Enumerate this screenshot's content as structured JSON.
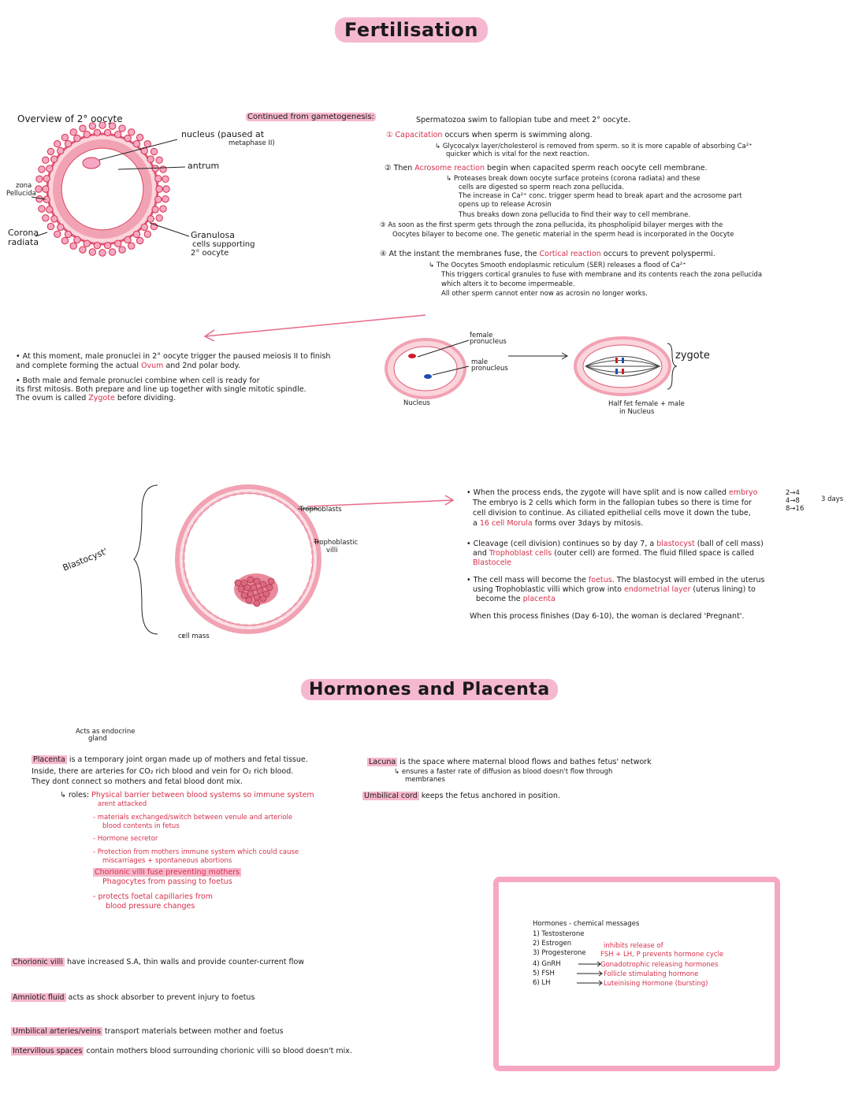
{
  "titles": {
    "main": "Fertilisation",
    "hormones": "Hormones and Placenta"
  },
  "oocyte": {
    "heading": "Overview of 2° oocyte",
    "nucleus": "nucleus (paused at",
    "nucleus2": "metaphase II)",
    "antrum": "antrum",
    "zona1": "zona",
    "zona2": "Pellucida",
    "corona1": "Corona",
    "corona2": "radiata",
    "granulosa1": "Granulosa",
    "granulosa2": "cells supporting",
    "granulosa3": "2° oocyte"
  },
  "steps": {
    "continued": "Continued from gametogenesis:",
    "intro": "Spermatozoa swim to fallopian tube and meet 2° oocyte.",
    "s1a": "① Capacitation",
    "s1b": "occurs when sperm is swimming along.",
    "s1c": "↳ Glycocalyx layer/cholesterol is removed from sperm. so it is more capable of absorbing Ca²⁺",
    "s1d": "quicker which is vital for the next reaction.",
    "s2a": "② Then",
    "s2b": "Acrosome reaction",
    "s2c": "begin when capacited sperm reach oocyte cell membrane.",
    "s2d": "↳ Proteases break down oocyte surface proteins (corona radiata) and these",
    "s2e": "cells are digested so sperm reach zona pellucida.",
    "s2f": "The increase in Ca²⁺ conc. trigger sperm head to break apart and the acrosome part",
    "s2g": "opens up to release Acrosin",
    "s2h": "Thus breaks down zona pellucida to find their way to cell membrane.",
    "s3a": "③ As soon as the first sperm gets through the zona pellucida, its phospholipid bilayer merges with the",
    "s3b": "Oocytes bilayer to become one. The genetic material in the sperm head is incorporated in the Oocyte",
    "s4a": "④ At the instant the membranes fuse, the",
    "s4b": "Cortical reaction",
    "s4c": "occurs to prevent polyspermi.",
    "s4d": "↳ The Oocytes Smooth endoplasmic reticulum (SER) releases a flood of Ca²⁺",
    "s4e": "This triggers cortical granules to fuse with membrane and its contents reach the zona pellucida",
    "s4f": "which alters it to become impermeable.",
    "s4g": "All other sperm cannot enter now as acrosin no longer works."
  },
  "zygote": {
    "p1a": "• At this moment, male pronuclei in 2° oocyte trigger the paused meiosis II to finish",
    "p1b": "and complete forming the actual",
    "p1c": "Ovum",
    "p1d": "and 2nd polar body.",
    "p2a": "• Both male and female pronuclei combine when cell is ready for",
    "p2b": "its first mitosis. Both prepare and line up together with single mitotic spindle.",
    "p2c": "The ovum is called",
    "p2d": "Zygote",
    "p2e": "before dividing.",
    "female": "female",
    "female2": "pronucleus",
    "male": "male",
    "male2": "pronucleus",
    "nucleus": "Nucleus",
    "zygote": "zygote",
    "half1": "Half fet female + male",
    "half2": "in Nucleus"
  },
  "blastocyst": {
    "label": "Blastocyst'",
    "troph": "Trophoblasts",
    "villi1": "Trophoblastic",
    "villi2": "villi",
    "mass": "cell mass",
    "e1": "• When the process ends, the zygote will have split and is now called",
    "e1r": "embryo",
    "e2": "The embryo is 2 cells which form in the fallopian tubes so there is time for",
    "e3": "cell division to continue. As ciliated epithelial cells move it down the tube,",
    "e4": "a",
    "e4r": "16 cell Morula",
    "e4b": "forms over 3days by mitosis.",
    "c1": "• Cleavage (cell division) continues so by day 7, a",
    "c1r": "blastocyst",
    "c1b": "(ball of cell mass)",
    "c2": "and",
    "c2r": "Trophoblast cells",
    "c2b": "(outer cell) are formed. The fluid filled space is called",
    "c3r": "Blastocele",
    "f1": "• The cell mass will become the",
    "f1r": "foetus",
    "f1b": ". The blastocyst will embed in the uterus",
    "f2": "using Trophoblastic villi which grow into",
    "f2r": "endometrial layer",
    "f2b": "(uterus lining) to",
    "f3": "become the",
    "f3r": "placenta",
    "p": "When this process finishes (Day 6-10), the woman is declared 'Pregnant'.",
    "d1": "2→4",
    "d2": "4→8",
    "d3": "8→16",
    "days": "3 days"
  },
  "placenta": {
    "endocrine1": "Acts as endocrine",
    "endocrine2": "gland",
    "l1a": "Placenta",
    "l1b": "is a temporary joint organ made up of mothers and fetal tissue.",
    "l2": "Inside, there are arteries for CO₂ rich blood and vein for O₂ rich blood.",
    "l3": "They dont connect so mothers and fetal blood dont mix.",
    "roles": "↳ roles:",
    "r1a": "Physical barrier between blood systems so immune system",
    "r1b": "arent attacked",
    "r2a": "- materials exchanged/switch between venule and arteriole",
    "r2b": "blood contents in fetus",
    "r3": "- Hormone secretor",
    "r4a": "- Protection from mothers immune system which could cause",
    "r4b": "miscarriages + spontaneous abortions",
    "r5a": "Chorionic villi fuse preventing mothers",
    "r5b": "Phagocytes from passing to foetus",
    "r6a": "- protects foetal capillaries from",
    "r6b": "blood pressure changes",
    "lac1": "Lacuna",
    "lac2": "is the space where maternal blood flows and bathes fetus' network",
    "lac3": "↳ ensures a faster rate of diffusion as blood doesn't flow through",
    "lac4": "membranes",
    "umb": "Umbilical cord",
    "umb2": "keeps the fetus anchored in position.",
    "chor1": "Chorionic villi",
    "chor2": "have increased S.A, thin walls and provide counter-current flow",
    "amn1": "Amniotic fluid",
    "amn2": "acts as shock absorber to prevent injury to foetus",
    "uv1": "Umbilical arteries/veins",
    "uv2": "transport materials between mother and foetus",
    "iv1": "Intervillous spaces",
    "iv2": "contain mothers blood surrounding chorionic villi so blood doesn't mix."
  },
  "hormones": {
    "head": "Hormones - chemical messages",
    "h1": "1) Testosterone",
    "h2": "2) Estrogen",
    "h3": "3) Progesterone",
    "h4": "4) GnRH",
    "h5": "5) FSH",
    "h6": "6) LH",
    "n1": "inhibits release of",
    "n2": "FSH + LH, P prevents hormone cycle",
    "n3": "Gonadotrophic releasing hormones",
    "n4": "Follicle stimulating hormone",
    "n5": "Luteinising Hormone (bursting)"
  }
}
